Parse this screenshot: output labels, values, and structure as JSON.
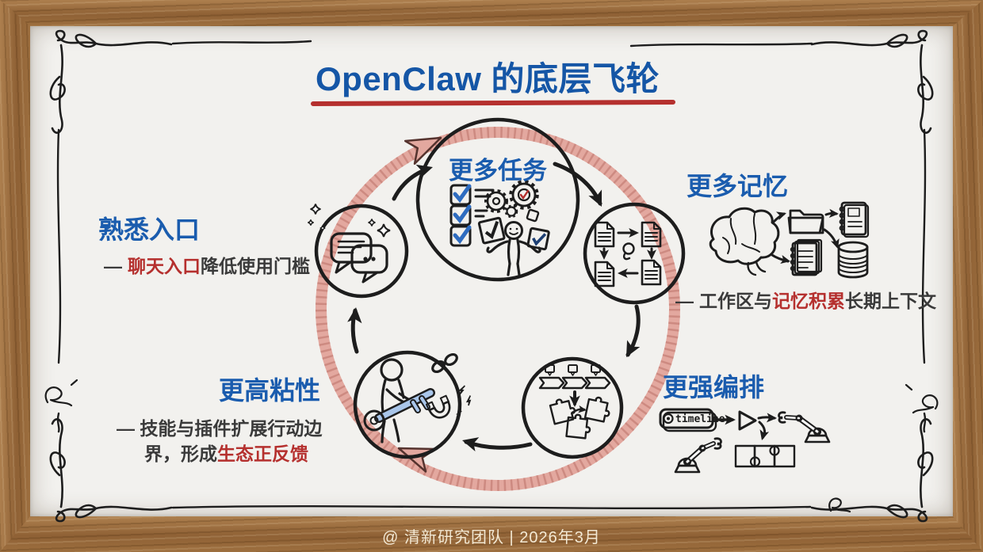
{
  "title": "OpenClaw 的底层飞轮",
  "footer": "@ 清新研究团队 | 2026年3月",
  "flywheel": {
    "direction": "clockwise",
    "stations": [
      {
        "id": "entry",
        "icon": "chat-bubbles-icon"
      },
      {
        "id": "tasks",
        "label": "更多任务",
        "icon": "checklist-gears-figure-icon"
      },
      {
        "id": "memory",
        "icon": "document-cycle-icon"
      },
      {
        "id": "orchestration",
        "icon": "pipeline-puzzle-icon"
      },
      {
        "id": "stickiness",
        "icon": "key-magnet-figure-icon"
      }
    ]
  },
  "sections": {
    "entry": {
      "heading": "熟悉入口",
      "note": {
        "dash": "—",
        "highlight": "聊天入口",
        "post": "降低使用门槛"
      }
    },
    "memory": {
      "heading": "更多记忆",
      "icons": [
        "brain-icon",
        "folder-icon",
        "notebook-icon",
        "notepad-stack-icon",
        "database-icon"
      ],
      "note": {
        "dash": "—",
        "pre": "工作区与",
        "highlight": "记忆积累",
        "post": "长期上下文"
      }
    },
    "stickiness": {
      "heading": "更高粘性",
      "note": {
        "line1": "— 技能与插件扩展行动边",
        "line2_pre": "界，形成",
        "line2_highlight": "生态正反馈"
      }
    },
    "orchestration": {
      "heading": "更强编排",
      "timeline_label": "timeline",
      "icons": [
        "timeline-chip-icon",
        "play-icon",
        "robot-arm-icon",
        "puzzle-strip-icon"
      ]
    }
  },
  "colors": {
    "title_blue": "#1556a6",
    "heading_blue": "#1a5cae",
    "accent_red": "#b5302e",
    "body_text": "#3a3a3a",
    "ring_pink": "#e3a89f",
    "ring_hatch": "#c9857b",
    "icon_blue": "#a9c6ea",
    "icon_red": "#cf6a5e",
    "ink": "#1d1d1d",
    "paper": "#f2f1ee",
    "footer_text": "#f3e9d4",
    "check_blue": "#2e6cc0"
  }
}
